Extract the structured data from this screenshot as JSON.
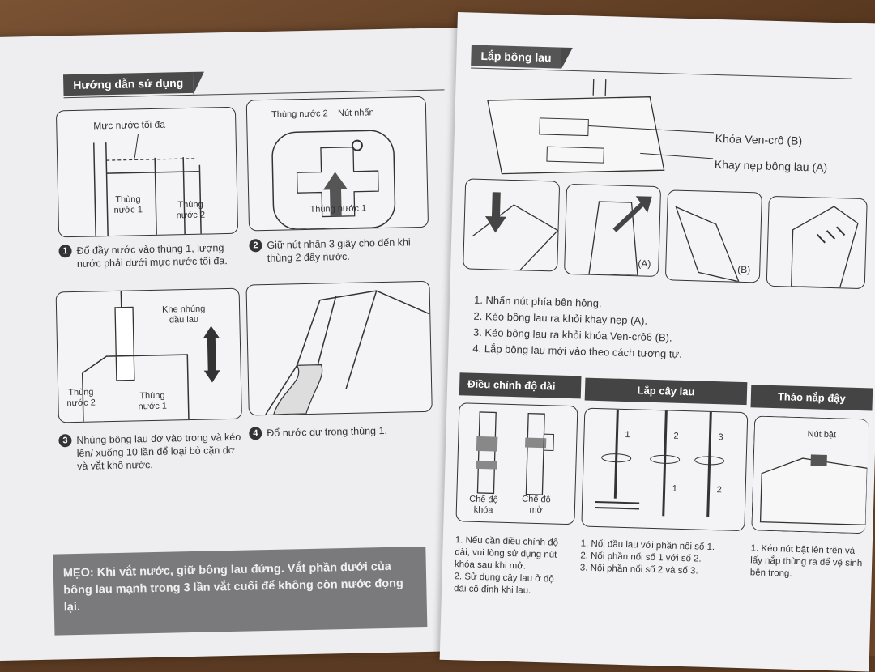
{
  "left": {
    "section_title": "Hướng dẫn sử dụng",
    "panel1": {
      "max_level": "Mực nước tối đa",
      "tank1": "Thùng\nnước 1",
      "tank2": "Thùng\nnước 2"
    },
    "panel2": {
      "tank2": "Thùng nước 2",
      "button": "Nút nhấn",
      "tank1": "Thùng nước 1"
    },
    "panel3": {
      "slot": "Khe nhúng\nđầu lau",
      "tank2": "Thùng\nnước 2",
      "tank1": "Thùng\nnước 1"
    },
    "steps": [
      {
        "num": "1",
        "text": "Đổ đầy nước vào thùng 1, lượng nước phải dưới mực nước tối đa."
      },
      {
        "num": "2",
        "text": "Giữ nút nhấn 3 giây cho đến khi thùng 2 đầy nước."
      },
      {
        "num": "3",
        "text": "Nhúng bông lau dơ vào trong và kéo lên/ xuống 10 lần để loại bỏ cặn dơ và vắt khô nước."
      },
      {
        "num": "4",
        "text": "Đổ nước dư trong thùng 1."
      }
    ],
    "tip": "MẸO: Khi vắt nước, giữ bông lau đứng. Vắt phần dưới của bông lau mạnh trong 3 lần vắt cuối để không còn nước đọng lại."
  },
  "right": {
    "section_title": "Lắp bông lau",
    "diagram_labels": {
      "velcro": "Khóa Ven-crô (B)",
      "tray": "Khay nẹp bông lau (A)",
      "a": "(A)",
      "b": "(B)"
    },
    "mop_steps": [
      "1. Nhấn nút phía bên hông.",
      "2. Kéo bông lau ra khỏi khay nẹp (A).",
      "3. Kéo bông lau ra khỏi khóa Ven-crô6 (B).",
      "4. Lắp bông lau mới vào theo cách tương tự."
    ],
    "bars": {
      "length": "Điều chỉnh độ dài",
      "assemble": "Lắp cây lau",
      "lid": "Tháo nắp đậy"
    },
    "length_panel": {
      "lock": "Chế độ\nkhóa",
      "open": "Chế độ\nmở"
    },
    "assemble_marks": [
      "1",
      "2",
      "3",
      "1",
      "2"
    ],
    "lid_panel": {
      "button": "Nút bật"
    },
    "length_notes": "1. Nếu cần điều chỉnh độ dài, vui lòng sử dụng nút khóa sau khi mở.\n2. Sử dụng cây lau ở độ dài cố định khi lau.",
    "assemble_notes": "1. Nối đầu lau với phần nối số 1.\n2. Nối phần nối số 1 với số 2.\n3. Nối phần nối số 2 và số 3.",
    "lid_notes": "1. Kéo nút bật lên trên và lấy nắp thùng ra để vệ sinh bên trong."
  }
}
